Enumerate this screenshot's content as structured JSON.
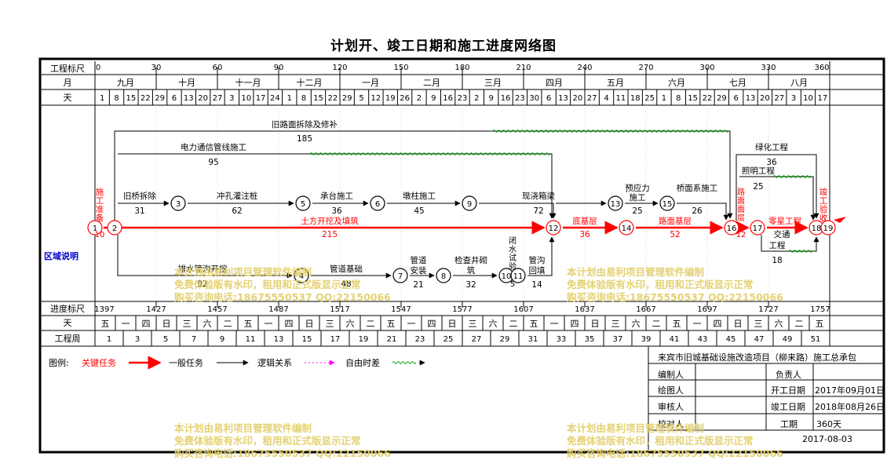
{
  "title": "计划开、竣工日期和施工进度网络图",
  "row_labels": {
    "scale": "工程标尺",
    "month": "月",
    "day": "天",
    "progress": "进度标尺",
    "weekday": "天",
    "week": "工程周"
  },
  "scale_ticks": [
    "0",
    "30",
    "60",
    "90",
    "120",
    "150",
    "180",
    "210",
    "240",
    "270",
    "300",
    "330",
    "360"
  ],
  "months": [
    "九月",
    "十月",
    "十一月",
    "十二月",
    "一月",
    "二月",
    "三月",
    "四月",
    "五月",
    "六月",
    "七月",
    "八月"
  ],
  "days": [
    "1",
    "8",
    "15",
    "22",
    "29",
    "6",
    "13",
    "20",
    "27",
    "3",
    "10",
    "17",
    "24",
    "1",
    "8",
    "15",
    "22",
    "29",
    "5",
    "12",
    "19",
    "26",
    "2",
    "9",
    "16",
    "23",
    "2",
    "9",
    "16",
    "23",
    "30",
    "6",
    "13",
    "20",
    "27",
    "4",
    "11",
    "18",
    "25",
    "1",
    "8",
    "15",
    "22",
    "29",
    "6",
    "13",
    "20",
    "27",
    "3",
    "10",
    "17"
  ],
  "progress_ticks": [
    "1397",
    "1427",
    "1457",
    "1487",
    "1517",
    "1547",
    "1577",
    "1607",
    "1637",
    "1667",
    "1697",
    "1727",
    "1757"
  ],
  "weekdays": [
    "五",
    "一",
    "四",
    "日",
    "三",
    "六",
    "二",
    "五",
    "一",
    "四",
    "日",
    "三",
    "六",
    "二",
    "五",
    "一",
    "四",
    "日",
    "三",
    "六",
    "二",
    "五",
    "一",
    "四",
    "日",
    "三",
    "六",
    "二",
    "五",
    "一",
    "四",
    "日",
    "三",
    "六",
    "二",
    "五"
  ],
  "weeks": [
    "1",
    "3",
    "5",
    "7",
    "9",
    "11",
    "13",
    "15",
    "17",
    "19",
    "21",
    "23",
    "25",
    "27",
    "29",
    "31",
    "33",
    "35",
    "37",
    "39",
    "41",
    "43",
    "45",
    "47",
    "49",
    "51"
  ],
  "area_label": "区域说明",
  "nodes": [
    "1",
    "2",
    "3",
    "4",
    "5",
    "6",
    "7",
    "8",
    "9",
    "10",
    "11",
    "12",
    "13",
    "14",
    "15",
    "16",
    "17",
    "18",
    "19"
  ],
  "tasks": {
    "t1": {
      "name": "旧路面拆除及修补",
      "dur": "185"
    },
    "t2": {
      "name": "电力通信管线施工",
      "dur": "95"
    },
    "t3": {
      "name": "旧桥拆除",
      "dur": "31"
    },
    "t4": {
      "name": "冲孔灌注桩",
      "dur": "62"
    },
    "t5": {
      "name": "承台施工",
      "dur": "36"
    },
    "t6": {
      "name": "墩柱施工",
      "dur": "45"
    },
    "t7": {
      "name": "现浇箱梁",
      "dur": "72"
    },
    "t8": {
      "name": "预应力施工",
      "dur": "25"
    },
    "t9": {
      "name": "桥面系施工",
      "dur": "26"
    },
    "t10": {
      "name": "绿化工程",
      "dur": "36"
    },
    "t11": {
      "name": "照明工程",
      "dur": "25"
    },
    "t12": {
      "name": "施工准备",
      "dur": "10"
    },
    "t13": {
      "name": "土方开挖及填筑",
      "dur": "215"
    },
    "t14": {
      "name": "底基层",
      "dur": "36"
    },
    "t15": {
      "name": "路面基层",
      "dur": "52"
    },
    "t16": {
      "name": "路面面层",
      "dur": "12"
    },
    "t17": {
      "name": "零星工程",
      "dur": ""
    },
    "t18": {
      "name": "竣工验收",
      "dur": ""
    },
    "t19": {
      "name": "交通工程",
      "dur": "18"
    },
    "t20": {
      "name": "排水管沟开挖",
      "dur": "92"
    },
    "t21": {
      "name": "管道基础",
      "dur": "48"
    },
    "t22": {
      "name": "管道安装",
      "dur": "21"
    },
    "t23": {
      "name": "检查井砌筑",
      "dur": "32"
    },
    "t24": {
      "name": "闭水试验",
      "dur": "5"
    },
    "t25": {
      "name": "管沟回填",
      "dur": "14"
    }
  },
  "legend": {
    "prefix": "图例:",
    "critical": "关键任务",
    "normal": "一般任务",
    "logic": "逻辑关系",
    "float": "自由时差",
    "colors": {
      "critical": "#ff0000",
      "normal": "#000000",
      "logic": "#ff00ff",
      "float": "#00aa00"
    }
  },
  "title_block": {
    "project": "来宾市旧城基础设施改造项目（柳来路）施工总承包",
    "editor_label": "编制人",
    "editor": "",
    "owner_label": "负责人",
    "owner": "",
    "drawer_label": "绘图人",
    "drawer": "",
    "start_label": "开工日期",
    "start": "2017年09月01日",
    "reviewer_label": "审核人",
    "reviewer": "",
    "finish_label": "竣工日期",
    "finish": "2018年08月26日",
    "checker_label": "校对人",
    "checker": "",
    "duration_label": "工期",
    "duration": "360天",
    "date": "2017-08-03"
  },
  "watermark": {
    "line1": "本计划由易利项目管理软件编制",
    "line2": "免费体验版有水印，租用和正式版显示正常",
    "line3": "购买咨询电话:18675550537 QQ:22150066"
  }
}
